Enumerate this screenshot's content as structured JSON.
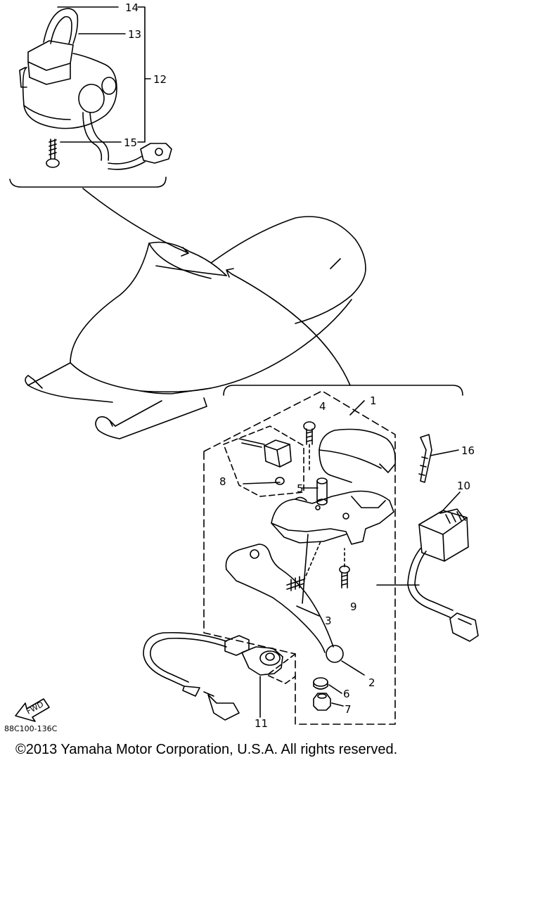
{
  "diagram": {
    "callouts": [
      "1",
      "2",
      "3",
      "4",
      "5",
      "6",
      "7",
      "8",
      "9",
      "10",
      "11",
      "12",
      "13",
      "14",
      "15",
      "16"
    ],
    "direction_badge": "FWD",
    "drawing_code": "88C100-136C"
  },
  "footer": {
    "copyright": "©2013 Yamaha Motor Corporation, U.S.A. All rights reserved."
  }
}
